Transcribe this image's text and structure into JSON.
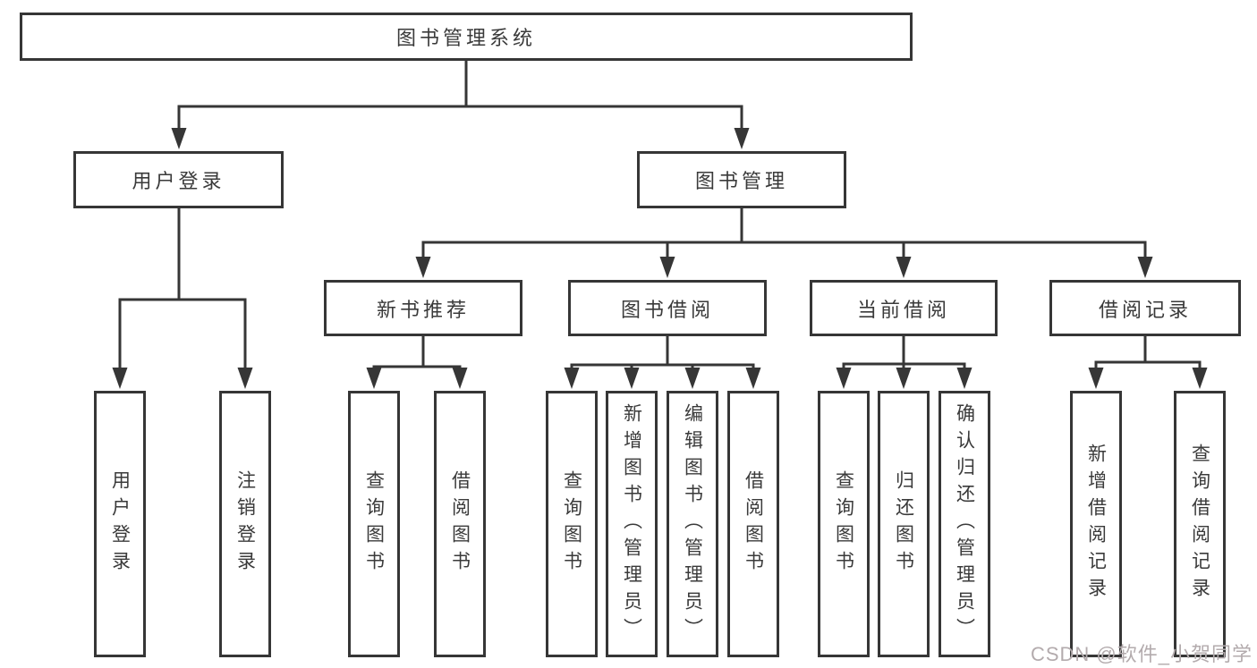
{
  "nodes": {
    "root": "图书管理系统",
    "user_login": "用户登录",
    "book_management": "图书管理",
    "new_book_recommend": "新书推荐",
    "book_borrowing": "图书借阅",
    "current_borrowing": "当前借阅",
    "borrowing_records": "借阅记录"
  },
  "leaves": {
    "user_login": "用户登录",
    "logout": "注销登录",
    "nb_query_books": "查询图书",
    "nb_borrow_books": "借阅图书",
    "bb_query_books": "查询图书",
    "bb_add_books": "新增图书（管理员）",
    "bb_edit_books": "编辑图书（管理员）",
    "bb_borrow_books": "借阅图书",
    "cb_query_books": "查询图书",
    "cb_return_books": "归还图书",
    "cb_confirm_return": "确认归还（管理员）",
    "br_add_record": "新增借阅记录",
    "br_query_record": "查询借阅记录"
  },
  "watermark": "CSDN @软件_小贺同学",
  "colors": {
    "line": "#363636",
    "text": "#3a3a3a",
    "background": "#ffffff",
    "watermark": "#b3abad"
  }
}
